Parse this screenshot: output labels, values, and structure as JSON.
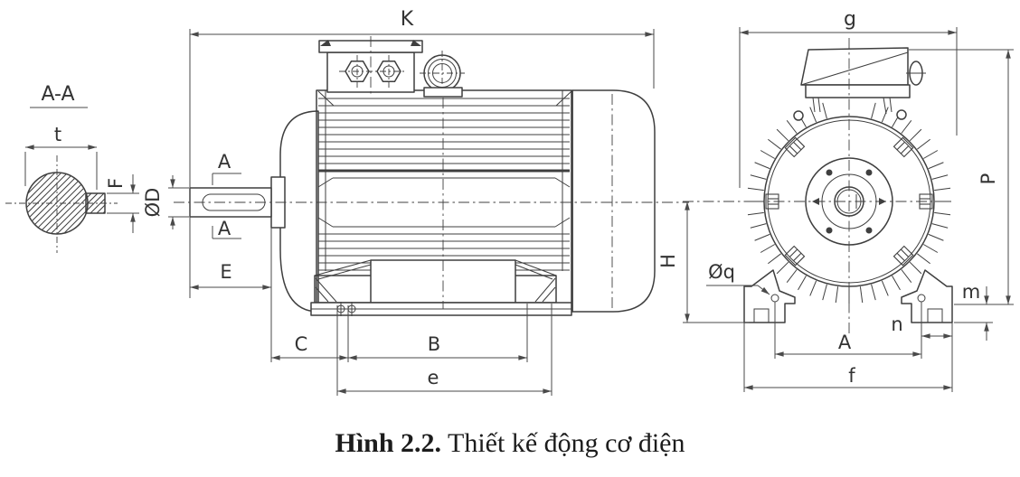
{
  "figure": {
    "caption_bold": "Hình 2.2.",
    "caption_text": " Thiết kế động cơ điện"
  },
  "section_view": {
    "title": "A-A",
    "dim_t": "t",
    "dim_key_height": "F"
  },
  "side_view": {
    "dim_overall_length": "K",
    "dim_shaft_diameter": "ØD",
    "cut_mark_top": "A",
    "cut_mark_bottom": "A",
    "dim_shaft_length": "E",
    "dim_c": "C",
    "dim_b": "B",
    "dim_e_total": "e"
  },
  "front_view": {
    "dim_overall_width": "g",
    "dim_height_p": "P",
    "dim_center_height": "H",
    "dim_hole_diameter": "Øq",
    "dim_foot_thickness": "m",
    "dim_n": "n",
    "dim_foot_span": "A",
    "dim_foot_width": "f"
  },
  "colors": {
    "line": "#3f3f3f",
    "dim": "#4a4a4a",
    "text": "#333333",
    "background": "#ffffff"
  }
}
